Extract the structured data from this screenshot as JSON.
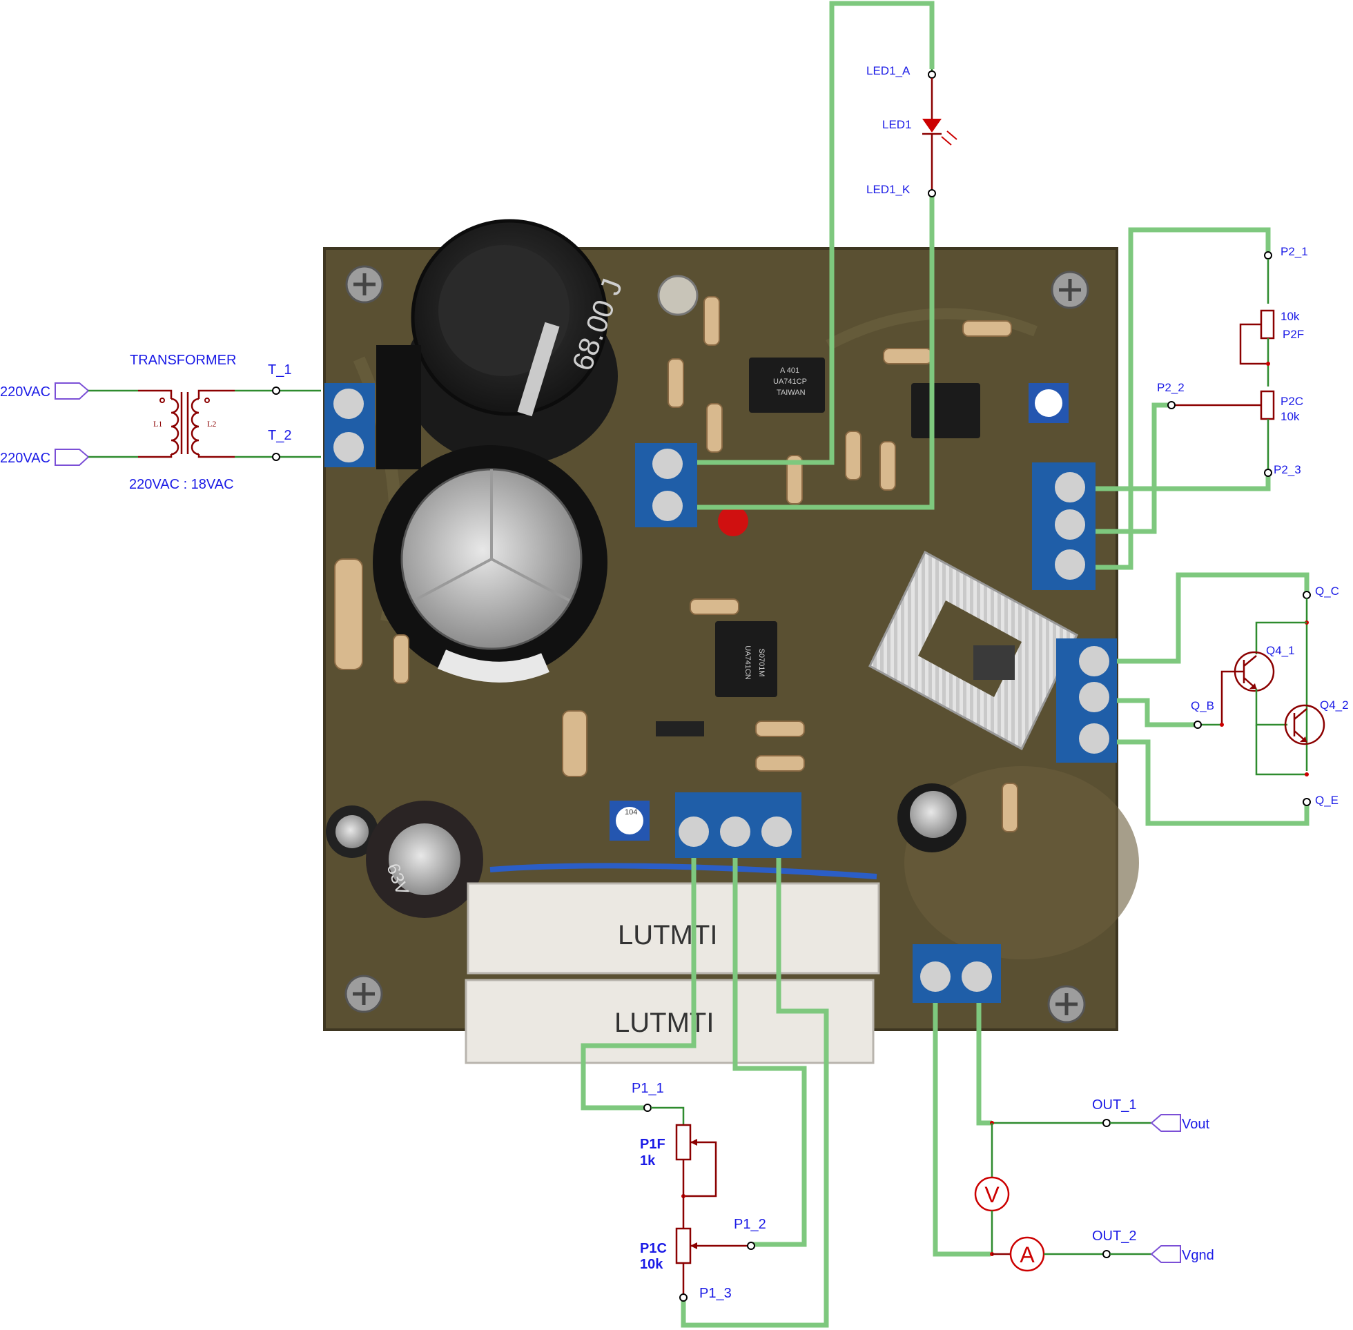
{
  "colors": {
    "wire": "#2e8b2e",
    "jumper": "#7ec87e",
    "component": "#8b0000",
    "label": "#1a1ae6",
    "pcb": "#5a5032",
    "terminal_block": "#1f5ea8"
  },
  "transformer": {
    "title": "TRANSFORMER",
    "ratio": "220VAC : 18VAC",
    "primary_coil": "L1",
    "secondary_coil": "L2",
    "inputs": [
      "220VAC",
      "220VAC"
    ],
    "pins": [
      "T_1",
      "T_2"
    ]
  },
  "led": {
    "name": "LED1",
    "anode": "LED1_A",
    "cathode": "LED1_K"
  },
  "pot_p2": {
    "pins": [
      "P2_1",
      "P2_2",
      "P2_3"
    ],
    "fine": {
      "name": "P2F",
      "value": "10k"
    },
    "coarse": {
      "name": "P2C",
      "value": "10k"
    }
  },
  "transistors": {
    "q1": "Q4_1",
    "q2": "Q4_2",
    "pins": [
      "Q_C",
      "Q_B",
      "Q_E"
    ]
  },
  "pot_p1": {
    "pins": [
      "P1_1",
      "P1_2",
      "P1_3"
    ],
    "fine": {
      "name": "P1F",
      "value": "1k"
    },
    "coarse": {
      "name": "P1C",
      "value": "10k"
    }
  },
  "output": {
    "pins": [
      "OUT_1",
      "OUT_2"
    ],
    "ports": [
      "Vout",
      "Vgnd"
    ],
    "voltmeter": "V",
    "ammeter": "A"
  },
  "pcb_markings": {
    "ic_top": [
      "A 401",
      "UA741CP",
      "TAIWAN"
    ],
    "ic_bottom": [
      "UA741CN",
      "S0701M"
    ],
    "capacitor_big": "68.00 J",
    "capacitor_small": "63V",
    "resistor_text": "LUTMTI",
    "trimmer": "104"
  }
}
